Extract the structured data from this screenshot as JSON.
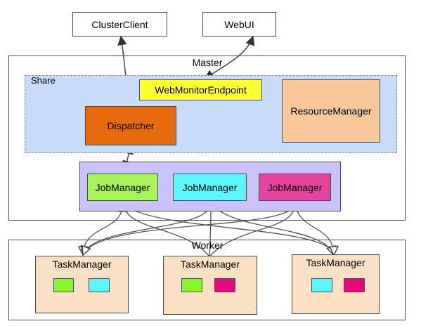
{
  "nodes": {
    "cluster_client": "ClusterClient",
    "webui": "WebUI",
    "master": "Master",
    "share": "Share",
    "web_monitor_endpoint": "WebMonitorEndpoint",
    "dispatcher": "Dispatcher",
    "resource_manager": "ResourceManager",
    "job_managers": [
      "JobManager",
      "JobManager",
      "JobManager"
    ],
    "worker": "Worker",
    "task_managers": [
      "TaskManager",
      "TaskManager",
      "TaskManager"
    ]
  },
  "colors": {
    "share_bg": "#c6dcfa",
    "jm_group_bg": "#c9c2fb",
    "dispatcher": "#e86a0f",
    "web_monitor": "#ffff33",
    "resource_manager": "#f8c89a",
    "jm_green": "#a6f25a",
    "jm_cyan": "#5ef6fb",
    "jm_pink": "#e5449e",
    "task_manager": "#fbe0c3",
    "slot_green": "#88f52c",
    "slot_cyan": "#5ef6fb",
    "slot_pink": "#e1097c"
  }
}
